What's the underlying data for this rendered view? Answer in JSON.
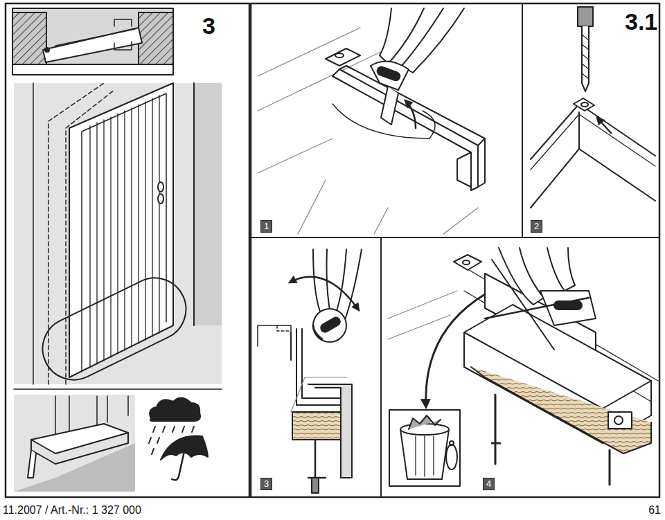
{
  "diagram": {
    "labels": [
      "3",
      "3.1",
      "1",
      "2",
      "3",
      "4",
      "11.2007 / Art.-Nr.: 1 327 000",
      "61"
    ]
  }
}
